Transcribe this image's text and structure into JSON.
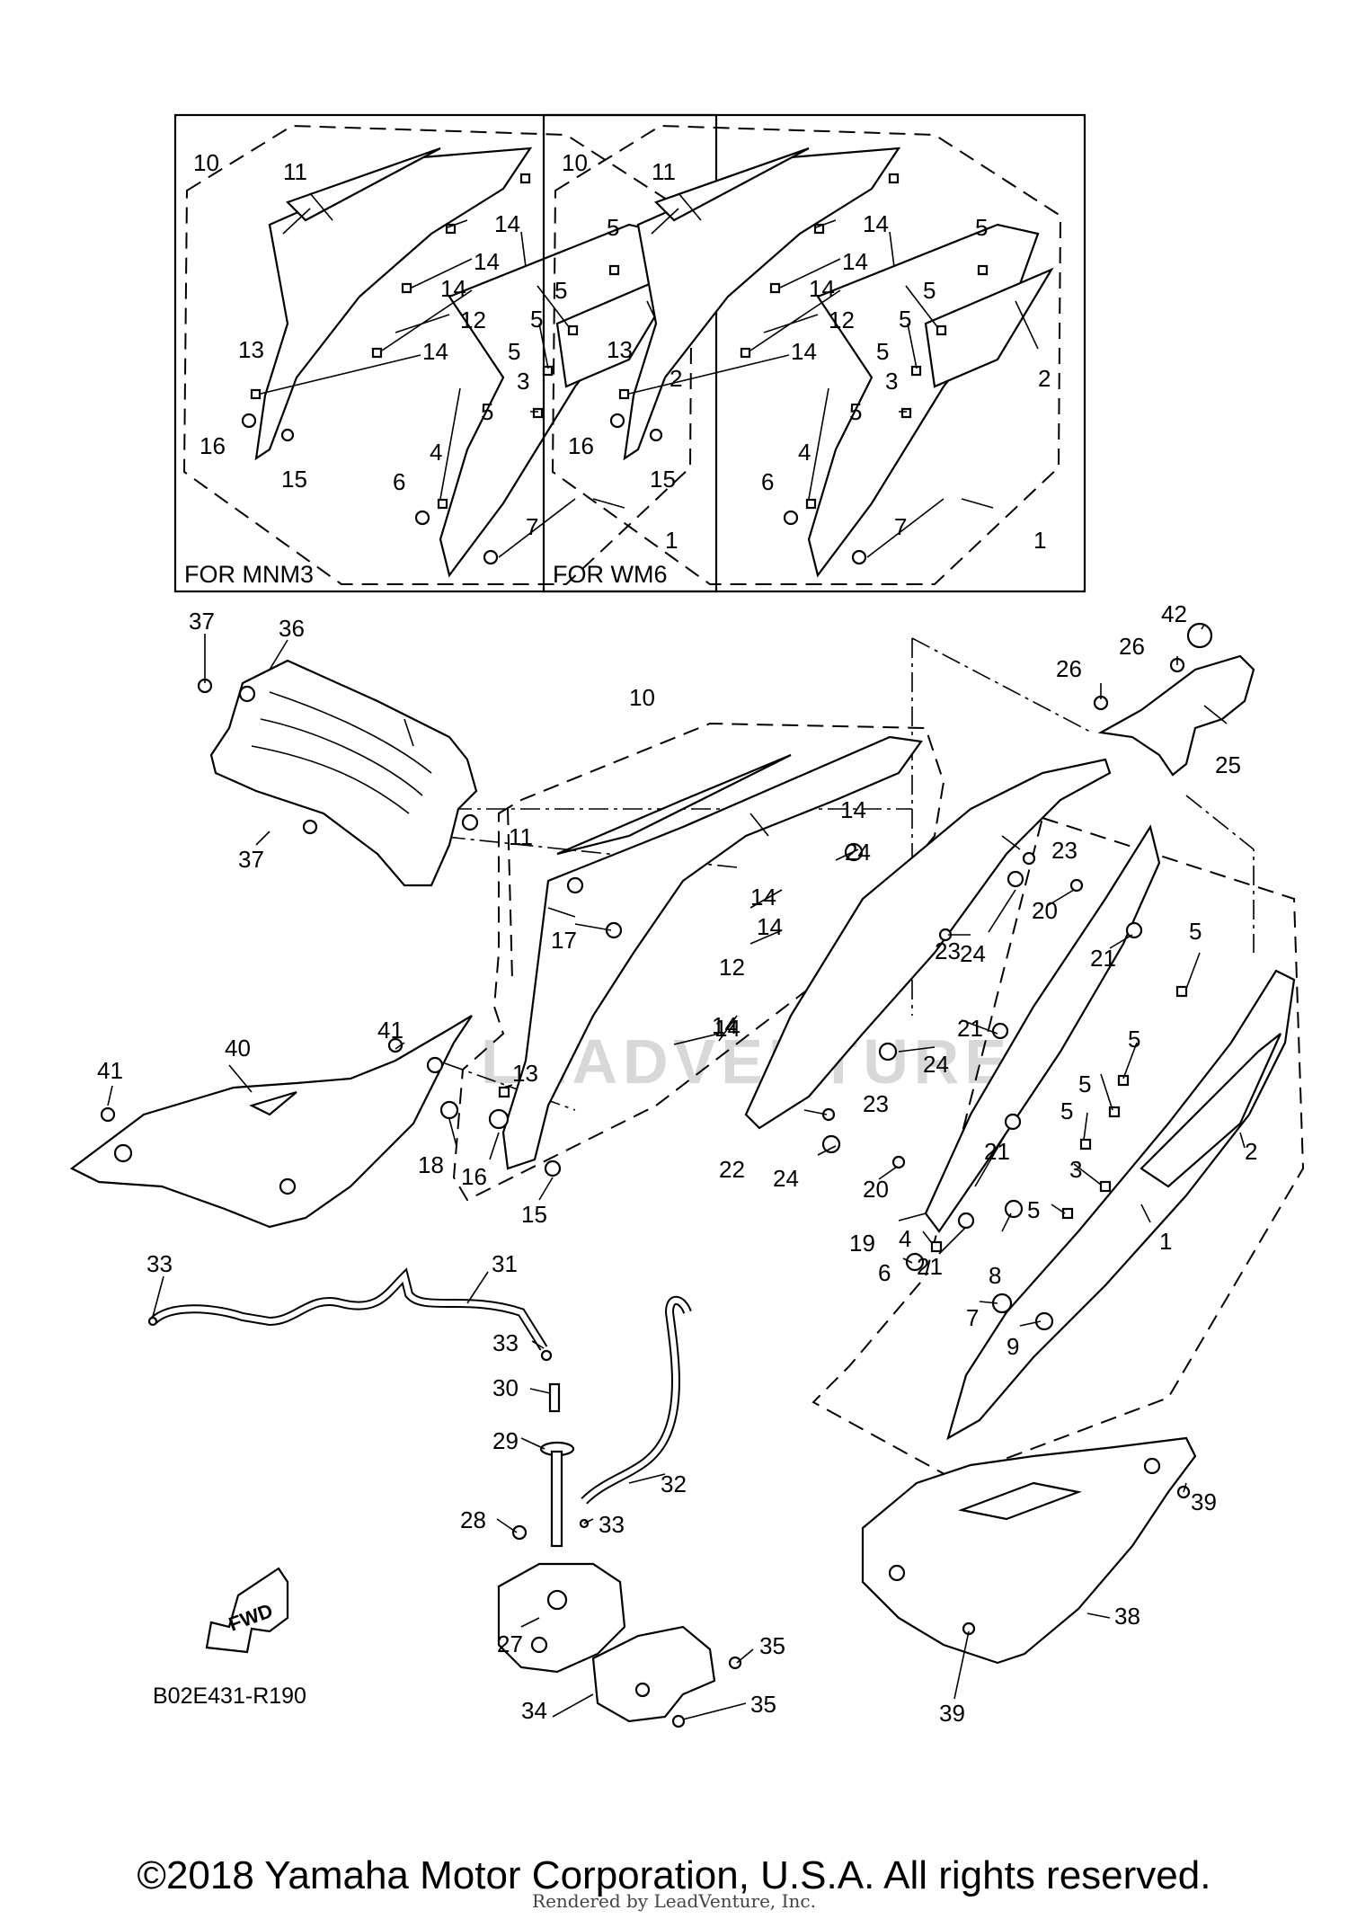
{
  "insets": [
    {
      "caption": "FOR MNM3"
    },
    {
      "caption": "FOR WM6"
    }
  ],
  "inset_callouts": [
    "10",
    "11",
    "14",
    "14",
    "14",
    "14",
    "12",
    "13",
    "16",
    "15",
    "5",
    "5",
    "5",
    "5",
    "3",
    "5",
    "2",
    "4",
    "6",
    "7",
    "1"
  ],
  "main_callouts": [
    "37",
    "36",
    "37",
    "10",
    "11",
    "14",
    "14",
    "14",
    "14",
    "12",
    "17",
    "41",
    "40",
    "41",
    "13",
    "18",
    "16",
    "15",
    "14",
    "24",
    "23",
    "24",
    "23",
    "22",
    "24",
    "23",
    "24",
    "20",
    "21",
    "21",
    "21",
    "20",
    "19",
    "21",
    "26",
    "26",
    "42",
    "25",
    "5",
    "5",
    "5",
    "5",
    "3",
    "5",
    "8",
    "2",
    "4",
    "6",
    "7",
    "9",
    "1",
    "33",
    "31",
    "33",
    "30",
    "29",
    "32",
    "28",
    "33",
    "27",
    "34",
    "35",
    "35",
    "38",
    "39",
    "39"
  ],
  "figure_code": "B02E431-R190",
  "fwd_label": "FWD",
  "watermark": "LEADVENTURE",
  "copyright": "©2018 Yamaha Motor Corporation, U.S.A. All rights reserved.",
  "rendered_by": "Rendered by LeadVenture, Inc."
}
